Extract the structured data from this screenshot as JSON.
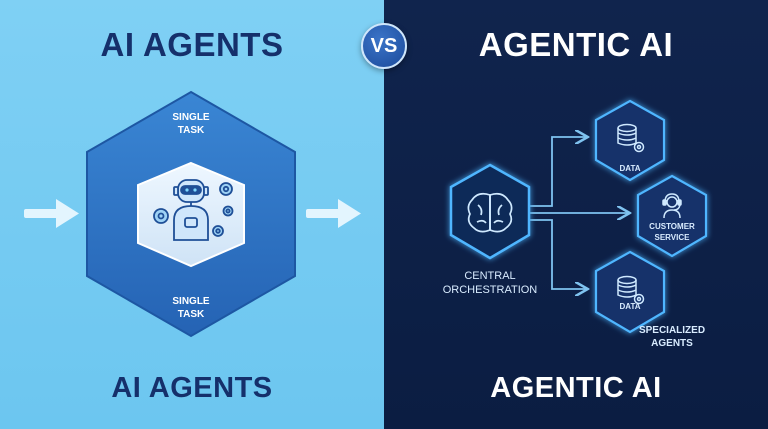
{
  "left": {
    "title_top": "AI AGENTS",
    "title_bottom": "AI AGENTS",
    "task_top": "SINGLE\nTASK",
    "task_bottom": "SINGLE\nTASK"
  },
  "vs": "VS",
  "right": {
    "title_top": "AGENTIC AI",
    "title_bottom": "AGENTIC AI",
    "central": "CENTRAL\nORCHESTRATION",
    "nodes": [
      {
        "label": "DATA",
        "icon": "database-gear-icon"
      },
      {
        "label": "CUSTOMER\nSERVICE",
        "icon": "headset-person-icon"
      },
      {
        "label": "DATA",
        "icon": "database-gear-icon"
      }
    ],
    "specialized": "SPECIALIZED\nAGENTS"
  },
  "colors": {
    "left_bg": "#7fd0f4",
    "right_bg": "#10244d",
    "dark_navy_text": "#15306b",
    "hex_blue": "#2f73c4",
    "glow_blue": "#4fb6ff"
  },
  "icons": [
    "arrow-right-icon",
    "robot-gears-icon",
    "brain-icon",
    "database-gear-icon",
    "headset-person-icon"
  ]
}
